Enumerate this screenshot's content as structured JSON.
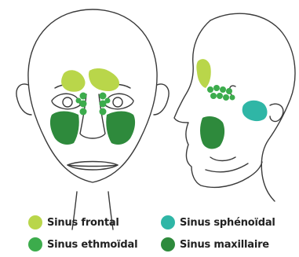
{
  "colors": {
    "frontal": "#b9d64a",
    "ethmoidal": "#3cac4c",
    "sphenoidal": "#2fb6a6",
    "maxillary": "#2e8a3c",
    "outline": "#3a3a3a"
  },
  "legend": {
    "items": [
      {
        "label": "Sinus frontal"
      },
      {
        "label": "Sinus ethmoïdal"
      },
      {
        "label": "Sinus sphénoïdal"
      },
      {
        "label": "Sinus maxillaire"
      }
    ]
  }
}
